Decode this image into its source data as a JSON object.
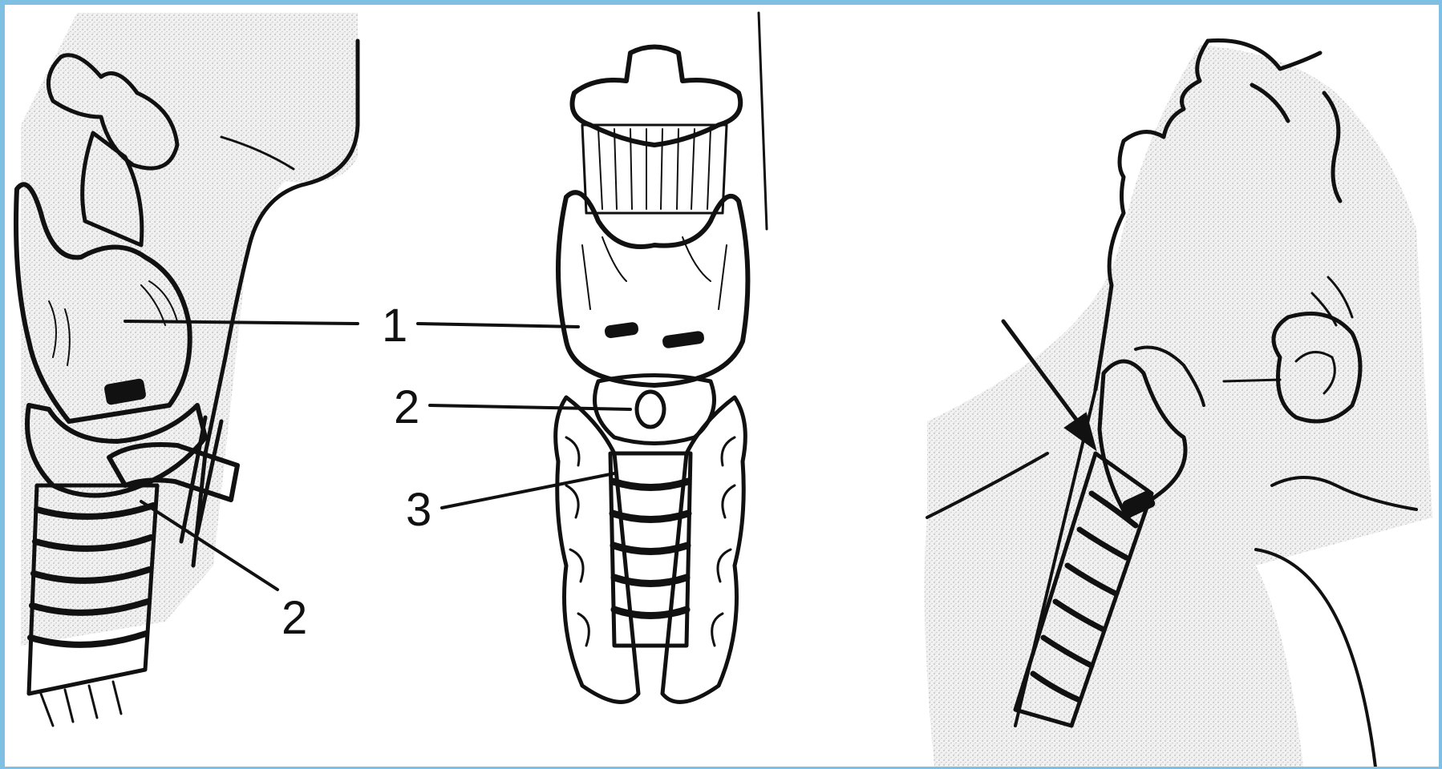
{
  "figure": {
    "border_color": "#7fbfe3",
    "ink_color": "#111111",
    "shade_color": "#d9d9d9",
    "labels": {
      "left_2": "2",
      "center_1": "1",
      "center_2": "2",
      "center_3": "3"
    }
  }
}
